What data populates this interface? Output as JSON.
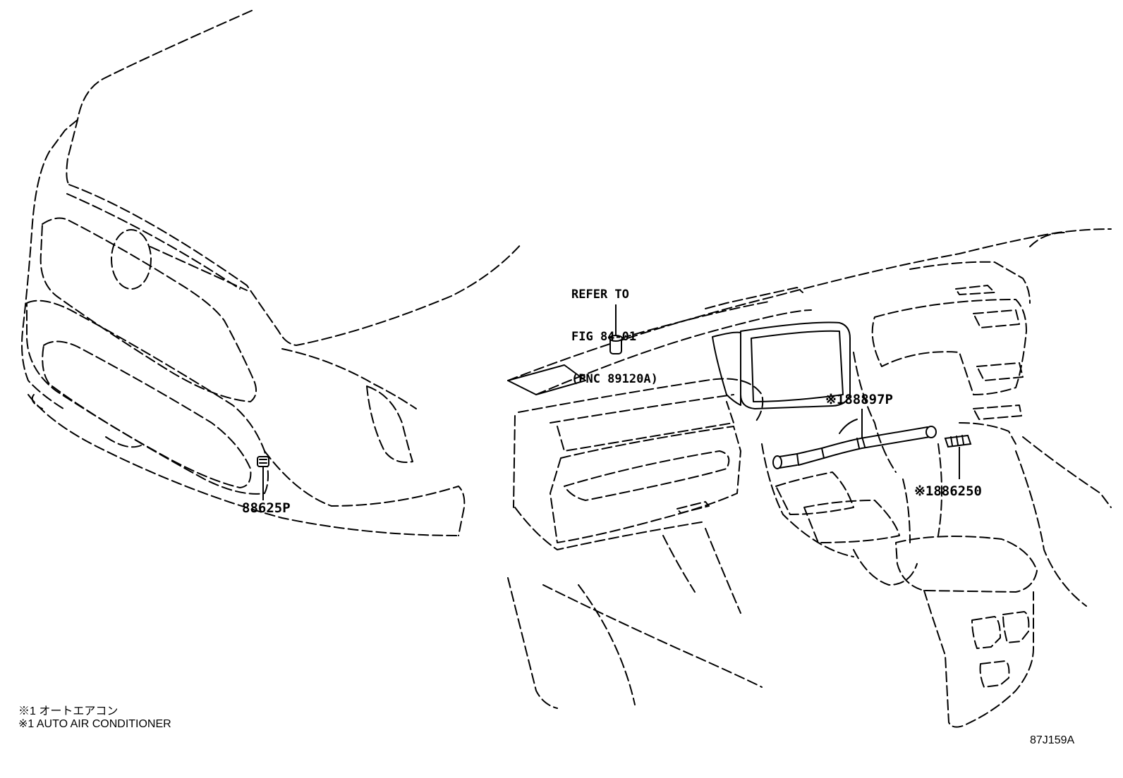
{
  "callouts": {
    "front_sensor": "88625P",
    "cabin_sensor": "※188897P",
    "humidity_sensor": "※1886250",
    "refer": {
      "line1": "REFER TO",
      "line2": "FIG 84-01",
      "line3": "(PNC 89120A)"
    }
  },
  "notes": {
    "jp": "※1 オートエアコン",
    "en": "※1 AUTO AIR CONDITIONER"
  },
  "figure_id": "87J159A"
}
